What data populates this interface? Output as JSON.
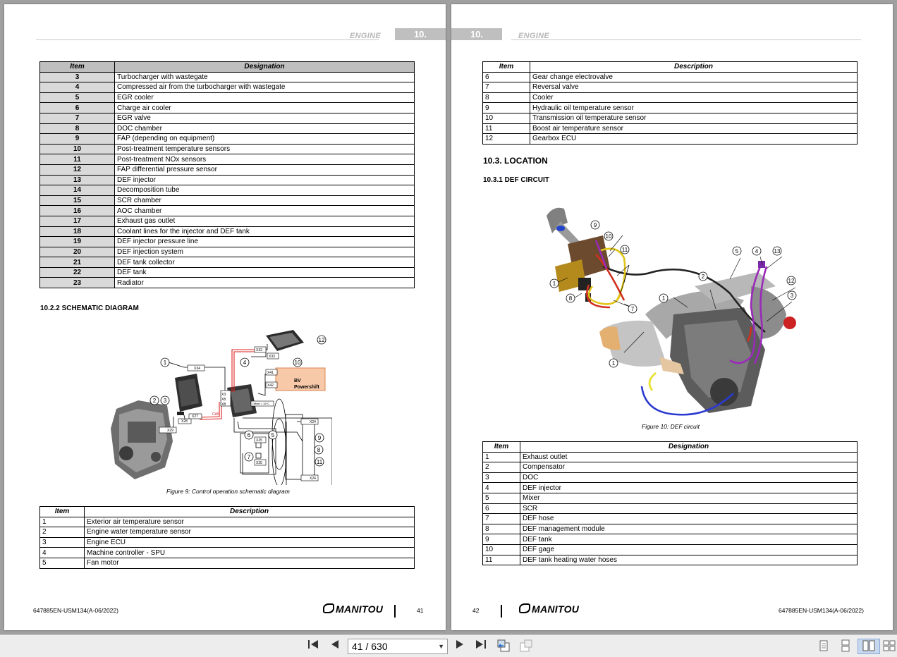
{
  "header": {
    "left_word": "ENGINE",
    "left_num": "10.",
    "right_num": "10.",
    "right_word": "ENGINE"
  },
  "left": {
    "table1": {
      "headers": [
        "Item",
        "Designation"
      ],
      "rows": [
        [
          "3",
          "Turbocharger with wastegate"
        ],
        [
          "4",
          "Compressed air from the turbocharger with wastegate"
        ],
        [
          "5",
          "EGR cooler"
        ],
        [
          "6",
          "Charge air cooler"
        ],
        [
          "7",
          "EGR valve"
        ],
        [
          "8",
          "DOC chamber"
        ],
        [
          "9",
          "FAP (depending on equipment)"
        ],
        [
          "10",
          "Post-treatment temperature sensors"
        ],
        [
          "11",
          "Post-treatment NOx sensors"
        ],
        [
          "12",
          "FAP differential pressure sensor"
        ],
        [
          "13",
          "DEF injector"
        ],
        [
          "14",
          "Decomposition tube"
        ],
        [
          "15",
          "SCR chamber"
        ],
        [
          "16",
          "AOC chamber"
        ],
        [
          "17",
          "Exhaust gas outlet"
        ],
        [
          "18",
          "Coolant lines for the injector and DEF tank"
        ],
        [
          "19",
          "DEF injector pressure line"
        ],
        [
          "20",
          "DEF injection system"
        ],
        [
          "21",
          "DEF tank collector"
        ],
        [
          "22",
          "DEF tank"
        ],
        [
          "23",
          "Radiator"
        ]
      ]
    },
    "section": "10.2.2 SCHEMATIC DIAGRAM",
    "diagram_labels": {
      "bv": "BV",
      "powershift": "Powershift",
      "can": "CAN",
      "x34": "X34",
      "x29": "X29",
      "x28": "X28",
      "x27": "X27",
      "x3": "X3",
      "x8a": "X8",
      "x8b": "X8",
      "x32": "X32",
      "x33": "X33",
      "x41": "X41",
      "x42": "X42",
      "x24a": "X24",
      "x24b": "X24",
      "x25a": "X25",
      "x25b": "X25",
      "note": "Offset = 15°C"
    },
    "caption": "Figure 9: Control operation schematic diagram",
    "table2": {
      "headers": [
        "Item",
        "Description"
      ],
      "rows": [
        [
          "1",
          "Exterior air temperature sensor"
        ],
        [
          "2",
          "Engine water temperature sensor"
        ],
        [
          "3",
          "Engine ECU"
        ],
        [
          "4",
          "Machine controller - SPU"
        ],
        [
          "5",
          "Fan motor"
        ]
      ]
    },
    "footer_code": "647885EN-USM134(A-06/2022)",
    "brand": "MANITOU",
    "page_num": "41"
  },
  "right": {
    "table1": {
      "headers": [
        "Item",
        "Description"
      ],
      "rows": [
        [
          "6",
          "Gear change electrovalve"
        ],
        [
          "7",
          "Reversal valve"
        ],
        [
          "8",
          "Cooler"
        ],
        [
          "9",
          "Hydraulic oil temperature sensor"
        ],
        [
          "10",
          "Transmission oil temperature sensor"
        ],
        [
          "11",
          "Boost air temperature sensor"
        ],
        [
          "12",
          "Gearbox ECU"
        ]
      ]
    },
    "section_main": "10.3. LOCATION",
    "section_sub": "10.3.1 DEF CIRCUIT",
    "caption": "Figure 10: DEF circuit",
    "table2": {
      "headers": [
        "Item",
        "Designation"
      ],
      "rows": [
        [
          "1",
          "Exhaust outlet"
        ],
        [
          "2",
          "Compensator"
        ],
        [
          "3",
          "DOC"
        ],
        [
          "4",
          "DEF injector"
        ],
        [
          "5",
          "Mixer"
        ],
        [
          "6",
          "SCR"
        ],
        [
          "7",
          "DEF hose"
        ],
        [
          "8",
          "DEF management module"
        ],
        [
          "9",
          "DEF tank"
        ],
        [
          "10",
          "DEF gage"
        ],
        [
          "11",
          "DEF tank heating water hoses"
        ]
      ]
    },
    "page_num": "42",
    "brand": "MANITOU",
    "footer_code": "647885EN-USM134(A-06/2022)"
  },
  "toolbar": {
    "page_indicator": "41 / 630",
    "icons": {
      "first": "first-page-icon",
      "prev": "prev-page-icon",
      "next": "next-page-icon",
      "last": "last-page-icon",
      "back": "history-back-icon",
      "fwd": "history-forward-icon",
      "single": "single-page-view-icon",
      "continuous": "continuous-view-icon",
      "facing": "facing-pages-view-icon",
      "cover": "cover-facing-view-icon"
    }
  }
}
